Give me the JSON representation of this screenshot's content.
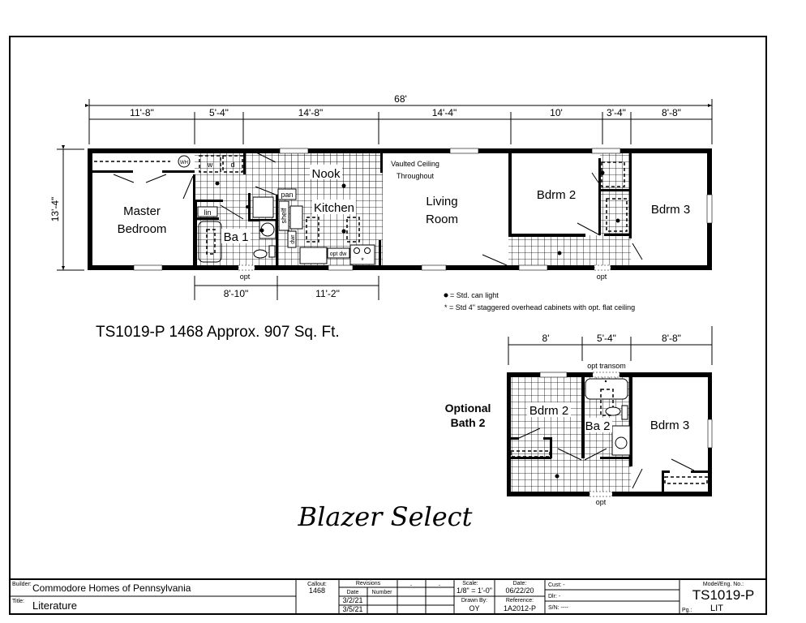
{
  "plan": {
    "overall_dim": "68'",
    "width_dim": "13'-4\"",
    "top_dims": [
      "11'-8\"",
      "5'-4\"",
      "14'-8\"",
      "14'-4\"",
      "10'",
      "3'-4\"",
      "8'-8\""
    ],
    "bottom_dims": [
      "8'-10\"",
      "11'-2\""
    ],
    "rooms": {
      "master": [
        "Master",
        "Bedroom"
      ],
      "nook": "Nook",
      "kitchen": "Kitchen",
      "living": [
        "Living",
        "Room"
      ],
      "vaulted": [
        "Vaulted Ceiling",
        "Throughout"
      ],
      "bdrm2": "Bdrm 2",
      "bdrm3": "Bdrm 3",
      "ba1": "Ba 1"
    },
    "fixtures": {
      "wh": "WH",
      "w": "w",
      "d": "d",
      "pan": "pan",
      "lin": "lin",
      "shelf": "shelf",
      "dwr": "dwr",
      "opt_dw": "opt dw",
      "star": "*",
      "opt": "opt"
    }
  },
  "legend": {
    "can_light": "= Std. can light",
    "cabinets": "* = Std 4\" staggered overhead cabinets with opt. flat ceiling"
  },
  "model_line": "TS1019-P 1468 Approx. 907 Sq. Ft.",
  "optional": {
    "title": [
      "Optional",
      "Bath 2"
    ],
    "dims": [
      "8'",
      "5'-4\"",
      "8'-8\""
    ],
    "transom": "opt transom",
    "bdrm2": "Bdrm 2",
    "ba2": "Ba 2",
    "bdrm3": "Bdrm 3",
    "opt": "opt"
  },
  "series_name": "Blazer Select",
  "title_block": {
    "builder_label": "Builder:",
    "builder": "Commodore Homes of Pennsylvania",
    "title_label": "Title:",
    "title": "Literature",
    "callout_label": "Callout:",
    "callout": "1468",
    "revisions_label": "Revisions",
    "date_col": "Date",
    "number_col": "Number",
    "rev_dates": [
      "3/2/21",
      "3/5/21"
    ],
    "dot": ".",
    "scale_label": "Scale:",
    "scale": "1/8\" = 1'-0\"",
    "date_label": "Date:",
    "date": "06/22/20",
    "drawn_label": "Drawn By:",
    "drawn": "OY",
    "ref_label": "Reference:",
    "ref": "1A2012-P",
    "cust": "Cust: -",
    "dlr": "Dlr:  -",
    "sn": "S/N:  ----",
    "model_label": "Model/Eng. No.:",
    "model": "TS1019-P",
    "pg_label": "Pg.:",
    "pg": "LIT"
  }
}
